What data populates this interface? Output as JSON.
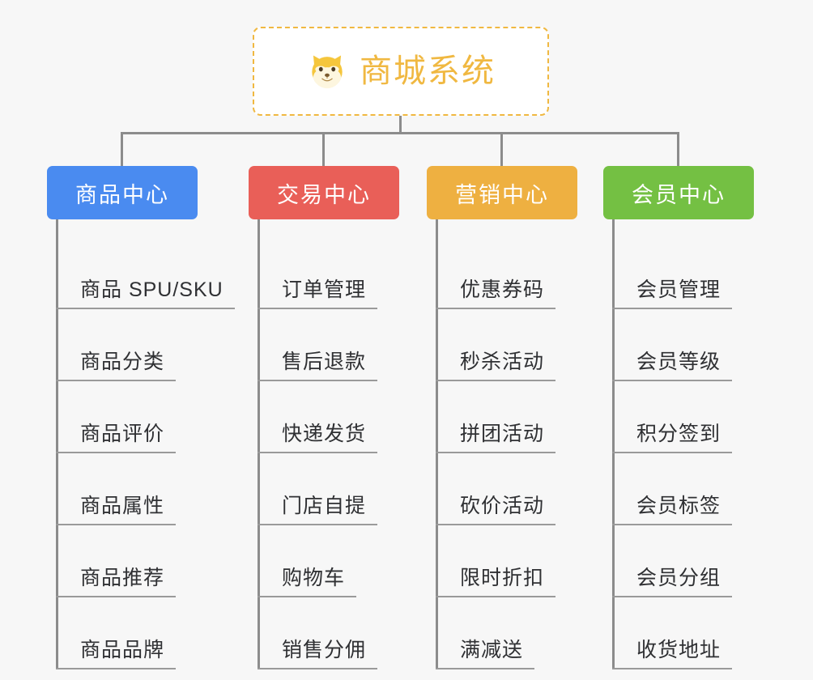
{
  "root": {
    "title": "商城系统",
    "icon": "shiba-dog-face-icon",
    "border_color": "#f0b841",
    "text_color": "#f0b841",
    "background": "#ffffff"
  },
  "canvas": {
    "background": "#f7f7f7",
    "connector_color": "#8c8c8c"
  },
  "branches": [
    {
      "title": "商品中心",
      "color": "#4a8bf0",
      "items": [
        "商品 SPU/SKU",
        "商品分类",
        "商品评价",
        "商品属性",
        "商品推荐",
        "商品品牌"
      ]
    },
    {
      "title": "交易中心",
      "color": "#e95f58",
      "items": [
        "订单管理",
        "售后退款",
        "快递发货",
        "门店自提",
        "购物车",
        "销售分佣"
      ]
    },
    {
      "title": "营销中心",
      "color": "#eeb041",
      "items": [
        "优惠券码",
        "秒杀活动",
        "拼团活动",
        "砍价活动",
        "限时折扣",
        "满减送"
      ]
    },
    {
      "title": "会员中心",
      "color": "#74c043",
      "items": [
        "会员管理",
        "会员等级",
        "积分签到",
        "会员标签",
        "会员分组",
        "收货地址"
      ]
    }
  ]
}
